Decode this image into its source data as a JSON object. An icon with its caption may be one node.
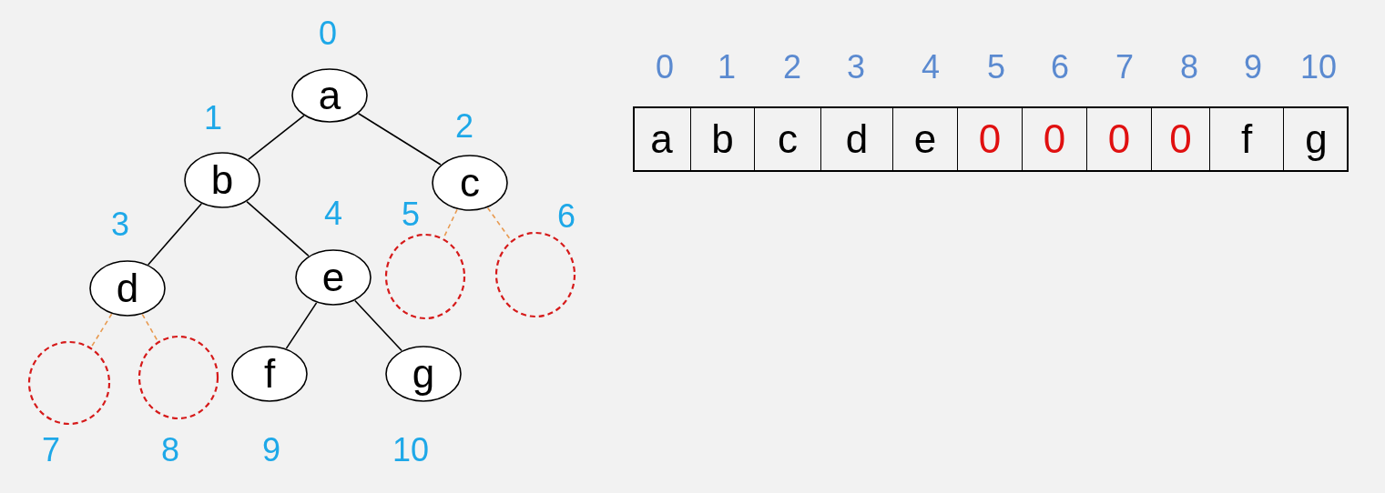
{
  "diagram": {
    "nodes": [
      {
        "text": [
          "a"
        ],
        "beside": [
          "0"
        ]
      },
      {
        "text": [
          "b"
        ],
        "beside": [
          "1"
        ]
      },
      {
        "text": [
          "c"
        ],
        "beside": [
          "2"
        ]
      },
      {
        "text": [
          "d"
        ],
        "beside": [
          "3"
        ]
      },
      {
        "text": [
          "e"
        ],
        "beside": [
          "4"
        ]
      },
      {
        "text": [],
        "shape": "circle",
        "beside": [
          "5"
        ]
      },
      {
        "text": [],
        "shape": "circle",
        "beside": [
          "6"
        ]
      },
      {
        "text": [],
        "shape": "circle",
        "beside": [
          "7"
        ]
      },
      {
        "text": [],
        "shape": "circle",
        "beside": [
          "8"
        ]
      },
      {
        "text": [
          "f"
        ],
        "beside": [
          "9"
        ]
      },
      {
        "text": [
          "g"
        ],
        "beside": [
          "10"
        ]
      }
    ],
    "edges": [
      {
        "from": 0,
        "to": 1,
        "arrow": "none"
      },
      {
        "from": 0,
        "to": 2,
        "arrow": "none"
      },
      {
        "from": 1,
        "to": 3,
        "arrow": "none"
      },
      {
        "from": 1,
        "to": 4,
        "arrow": "none"
      },
      {
        "from": 2,
        "to": 5,
        "arrow": "none",
        "style": "dashed",
        "color": "#e89a50"
      },
      {
        "from": 2,
        "to": 6,
        "arrow": "none",
        "style": "dashed",
        "color": "#e89a50"
      },
      {
        "from": 3,
        "to": 7,
        "arrow": "none",
        "style": "dashed",
        "color": "#e89a50"
      },
      {
        "from": 3,
        "to": 8,
        "arrow": "none",
        "style": "dashed",
        "color": "#e89a50"
      },
      {
        "from": 4,
        "to": 9,
        "arrow": "none"
      },
      {
        "from": 4,
        "to": 10,
        "arrow": "none"
      }
    ],
    "labels": [
      "0",
      "1",
      "2",
      "3",
      "4",
      "5",
      "6",
      "7",
      "8",
      "9",
      "10",
      "a",
      "b",
      "c",
      "d",
      "e",
      "0",
      "0",
      "0",
      "0",
      "f",
      "g"
    ]
  }
}
